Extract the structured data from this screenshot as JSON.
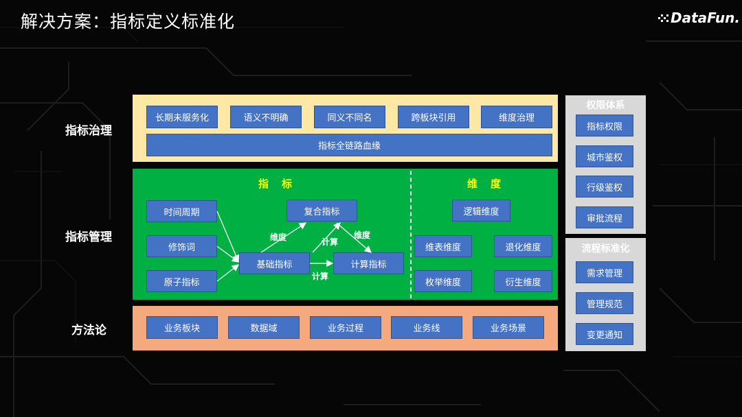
{
  "title": "解决方案：指标定义标准化",
  "logo": "DataFun.",
  "row_labels": {
    "governance": "指标治理",
    "management": "指标管理",
    "methodology": "方法论"
  },
  "governance": {
    "items": [
      "长期未服务化",
      "语义不明确",
      "同义不同名",
      "跨板块引用",
      "维度治理"
    ],
    "full_chain": "指标全链路血缘"
  },
  "management": {
    "metric_title": "指　标",
    "dimension_title": "维　度",
    "time_period": "时间周期",
    "modifier": "修饰词",
    "atomic": "原子指标",
    "base": "基础指标",
    "composite": "复合指标",
    "computed": "计算指标",
    "logical_dim": "逻辑维度",
    "dim_table": "维表维度",
    "degenerate_dim": "退化维度",
    "enum_dim": "枚举维度",
    "derived_dim": "衍生维度",
    "label_dimension_left": "维度",
    "label_dimension_right": "维度",
    "label_compute_top": "计算",
    "label_compute_bottom": "计算"
  },
  "methodology": {
    "items": [
      "业务板块",
      "数据域",
      "业务过程",
      "业务线",
      "业务场景"
    ]
  },
  "side_permissions": {
    "title": "权限体系",
    "items": [
      "指标权限",
      "城市鉴权",
      "行级鉴权",
      "审批流程"
    ]
  },
  "side_process": {
    "title": "流程标准化",
    "items": [
      "需求管理",
      "管理规范",
      "变更通知"
    ]
  },
  "colors": {
    "box_blue": "#4472c4",
    "governance_bg": "#fde8a6",
    "management_bg": "#00b043",
    "methodology_bg": "#f4a97f",
    "side_bg": "#d8d8d8",
    "section_title": "#ffff00"
  }
}
